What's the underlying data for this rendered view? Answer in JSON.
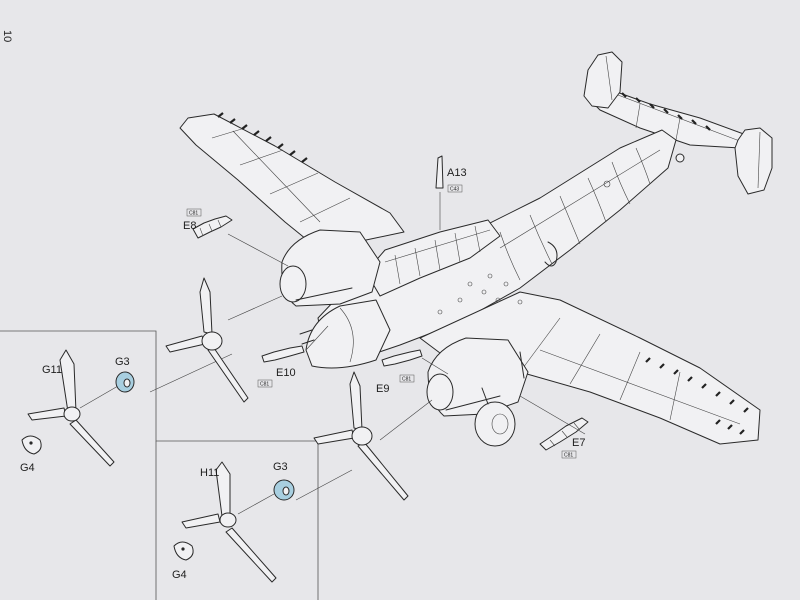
{
  "page_number": "10",
  "colors": {
    "paper": "#e7e7ea",
    "line": "#2a2a2a",
    "highlight": "#a8cfe0"
  },
  "callouts": [
    {
      "part": "A13",
      "tag": "C43"
    },
    {
      "part": "E8",
      "tag": "C81"
    },
    {
      "part": "E10",
      "tag": "C81"
    },
    {
      "part": "E9",
      "tag": "C81"
    },
    {
      "part": "E7",
      "tag": "C81"
    }
  ],
  "inset_left": {
    "propeller": "G11",
    "hub": "G3",
    "spinner": "G4"
  },
  "inset_right": {
    "propeller": "H11",
    "hub": "G3",
    "spinner": "G4"
  }
}
